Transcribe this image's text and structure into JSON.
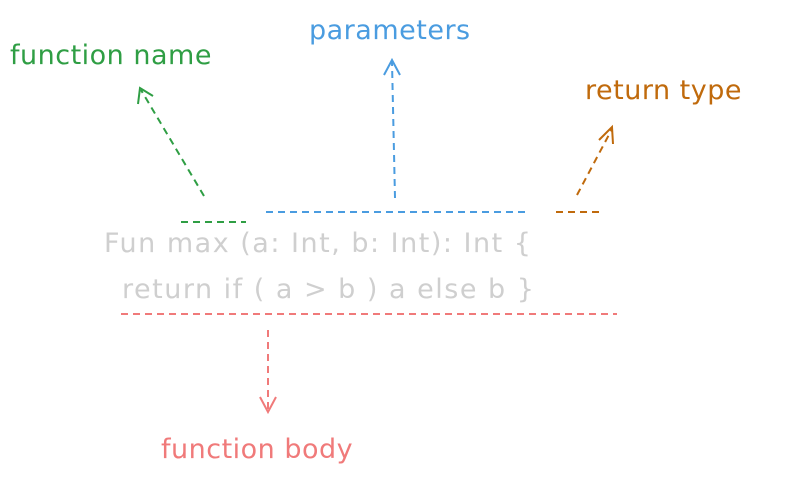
{
  "labels": {
    "function_name": "function name",
    "parameters": "parameters",
    "return_type": "return type",
    "function_body": "function body"
  },
  "code": {
    "line1": "Fun max (a: Int, b: Int): Int {",
    "line2": "return if ( a > b ) a else b }"
  },
  "colors": {
    "function_name": "#2f9e44",
    "parameters": "#4a9ce0",
    "return_type": "#c06a0c",
    "function_body": "#f07a7a",
    "code": "#cfcfcf"
  }
}
